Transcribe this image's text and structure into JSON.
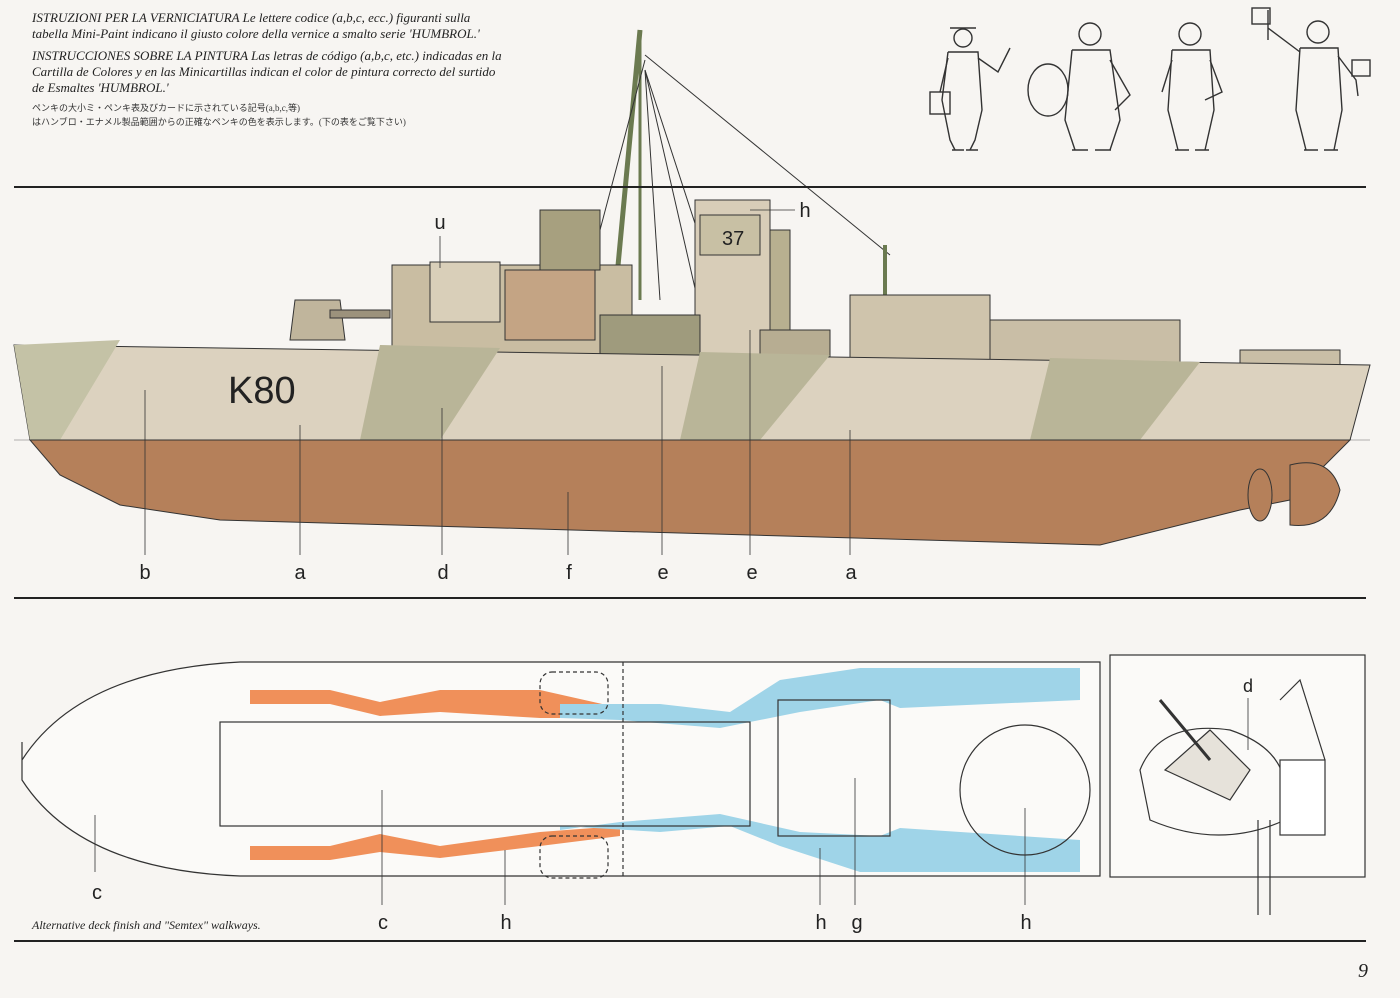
{
  "instructions": {
    "italian": "ISTRUZIONI PER LA VERNICIATURA Le lettere codice (a,b,c, ecc.) figuranti sulla tabella Mini-Paint indicano il giusto colore della vernice a smalto serie 'HUMBROL.'",
    "spanish": "INSTRUCCIONES SOBRE LA PINTURA Las letras de código (a,b,c, etc.) indicadas en la Cartilla de Colores y en las Minicartillas indican el color de pintura correcto del surtido de Esmaltes 'HUMBROL.'",
    "japanese_line1": "ペンキの大小ミ・ペンキ表及びカードに示されている記号(a,b,c,等)",
    "japanese_line2": "はハンブロ・エナメル製品範囲からの正確なペンキの色を表示します。(下の表をご覧下さい)"
  },
  "side_view": {
    "hull_number": "K80",
    "funnel_number": "37",
    "top_labels": [
      "u",
      "h"
    ],
    "bottom_labels": [
      "b",
      "a",
      "d",
      "f",
      "e",
      "e",
      "a"
    ]
  },
  "deck_view": {
    "labels": [
      "c",
      "c",
      "h",
      "h",
      "g",
      "h"
    ],
    "caption": "Alternative deck finish and \"Semtex\" walkways."
  },
  "gun_detail": {
    "label": "d"
  },
  "colors": {
    "camo_dark": "#c8b89a",
    "camo_light": "#e8e0d0",
    "camo_green": "#bdbfa4",
    "hull_red": "#b5805a",
    "walkway_orange": "#f0905a",
    "walkway_blue": "#9fd4e8"
  },
  "page_number": "9"
}
